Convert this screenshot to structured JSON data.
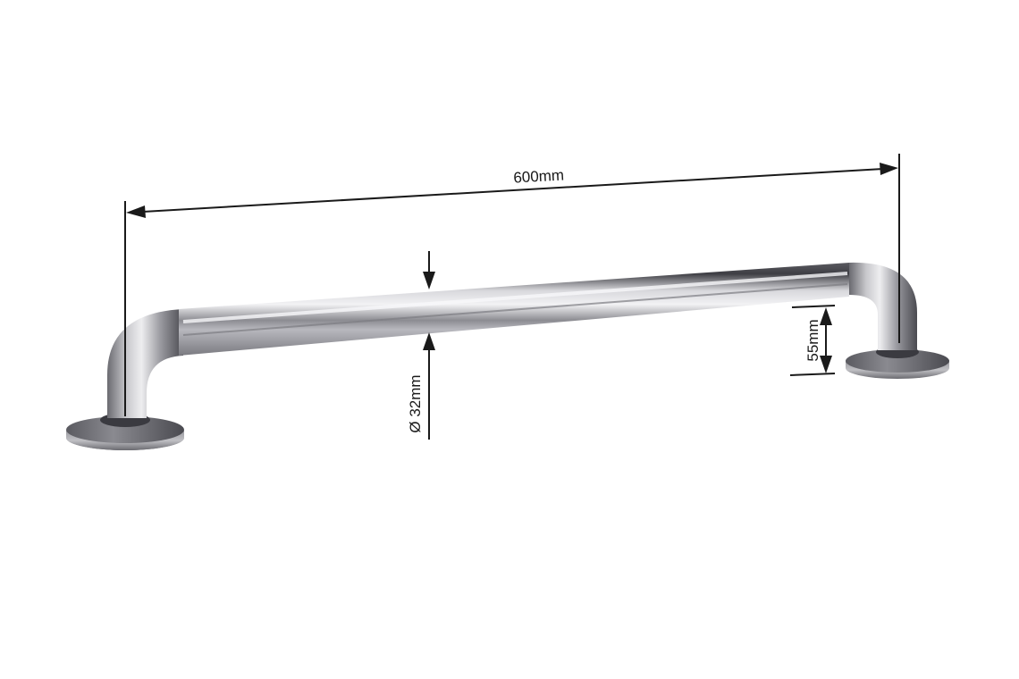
{
  "diagram": {
    "subject": "grab bar",
    "dimensions": {
      "length": {
        "label": "600mm"
      },
      "tube_diameter": {
        "label": "Ø 32mm"
      },
      "wall_clearance": {
        "label": "55mm"
      }
    },
    "colors": {
      "background": "#ffffff",
      "dimension_line": "#1a1a1a",
      "steel_dark": "#4a4a4e",
      "steel_mid": "#9a9aa0",
      "steel_light": "#e6e6ea"
    }
  }
}
